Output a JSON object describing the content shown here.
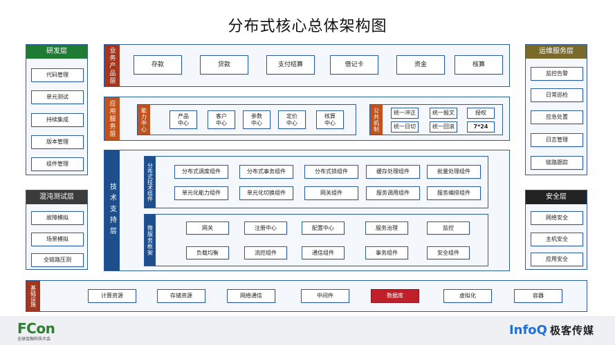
{
  "title": "分布式核心总体架构图",
  "colors": {
    "green": "#1e7b34",
    "gray": "#444444",
    "dark": "#222222",
    "olive": "#7a6a2a",
    "red": "#a3361e",
    "orange": "#c0521e",
    "blue": "#1f4e8c",
    "db_red": "#c0202a"
  },
  "left": {
    "dev": {
      "title": "研发层",
      "items": [
        "代码管理",
        "单元测试",
        "持续集成",
        "版本管理",
        "组件管理"
      ]
    },
    "chaos": {
      "title": "混沌测试层",
      "items": [
        "故障模拟",
        "场景模拟",
        "全链路压测"
      ]
    }
  },
  "right": {
    "ops": {
      "title": "运维服务层",
      "items": [
        "监控告警",
        "日常巡检",
        "应急处置",
        "日志管理",
        "链路跟踪"
      ]
    },
    "sec": {
      "title": "安全层",
      "items": [
        "网络安全",
        "主机安全",
        "应用安全"
      ]
    }
  },
  "business": {
    "label": "业务产品层",
    "items": [
      "存款",
      "贷款",
      "支付结算",
      "借记卡",
      "资金",
      "核算"
    ]
  },
  "app": {
    "label": "应用服务层",
    "capability": {
      "label": "能力中心",
      "items": [
        "产品\n中心",
        "客户\n中心",
        "参数\n中心",
        "定价\n中心",
        "核算\n中心"
      ]
    },
    "common": {
      "label": "公共机制",
      "items": [
        "统一冲正",
        "统一报文",
        "授权",
        "统一日切",
        "统一回滚",
        "7*24"
      ]
    }
  },
  "tech": {
    "label": "技术支持层",
    "dist": {
      "label": "分布式技术组件",
      "row1": [
        "分布式调度组件",
        "分布式事务组件",
        "分布式锁组件",
        "缓存处理组件",
        "批量处理组件"
      ],
      "row2": [
        "单元化能力组件",
        "单元化切换组件",
        "网关组件",
        "服务调用组件",
        "服务编排组件"
      ]
    },
    "micro": {
      "label": "微服务框架",
      "row1": [
        "网关",
        "注册中心",
        "配置中心",
        "服务治理",
        "监控"
      ],
      "row2": [
        "负载均衡",
        "流控组件",
        "通信组件",
        "事务组件",
        "安全组件"
      ]
    }
  },
  "infra": {
    "label": "基础设施",
    "items": [
      "计算资源",
      "存储资源",
      "网络通信",
      "中间件",
      "数据库",
      "虚拟化",
      "容器"
    ]
  },
  "footer": {
    "fcon": "FCon",
    "fcon_sub": "全球金融科技大会",
    "infoq": "InfoQ",
    "infoq_cn": "极客传媒"
  }
}
